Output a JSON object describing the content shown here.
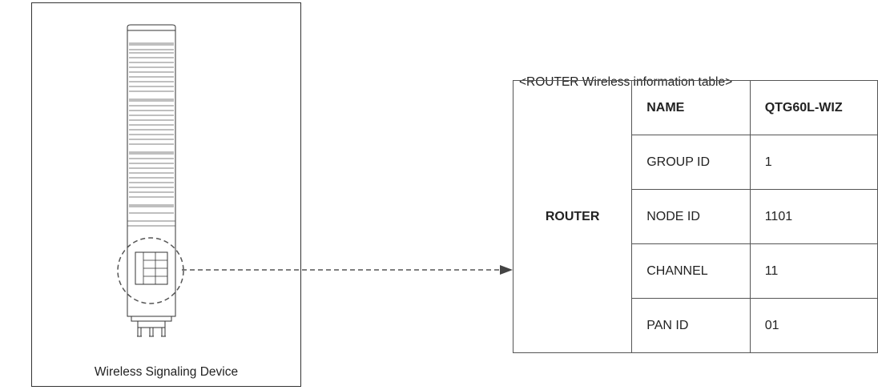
{
  "device": {
    "caption": "Wireless Signaling Device"
  },
  "table": {
    "title": "<ROUTER Wireless information table>",
    "group_label": "ROUTER",
    "rows": [
      {
        "key": "NAME",
        "value": "QTG60L-WIZ"
      },
      {
        "key": "GROUP ID",
        "value": "1"
      },
      {
        "key": "NODE ID",
        "value": "1101"
      },
      {
        "key": "CHANNEL",
        "value": "11"
      },
      {
        "key": "PAN ID",
        "value": "01"
      }
    ]
  },
  "colors": {
    "line": "#333333",
    "dashed": "#555555"
  }
}
